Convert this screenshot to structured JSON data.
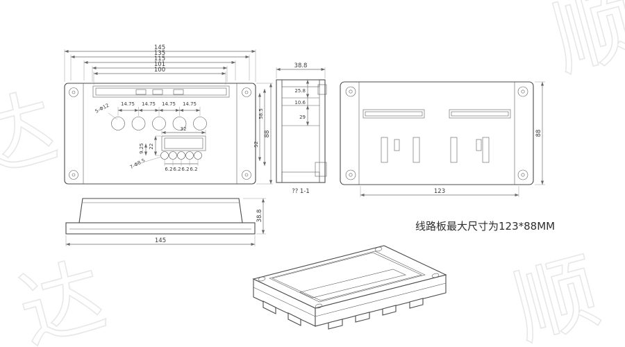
{
  "annotation": {
    "board_note": "线路板最大尺寸为123*88MM"
  },
  "watermark": {
    "chars": [
      "达",
      "顺",
      "达",
      "顺"
    ]
  },
  "front_view": {
    "width_dims": [
      "145",
      "135",
      "115",
      "101",
      "100"
    ],
    "hole_label": "5-Φ12",
    "pitch_dims": [
      "14.75",
      "14.75",
      "14.75",
      "14.75"
    ],
    "slot_width_dim": "32",
    "row_gap_dim": "22",
    "offset_dim": "9.25",
    "small_hole_label": "7-Φ8.5",
    "small_pitch_dims": [
      "6.2",
      "6.2",
      "6.2",
      "6.2"
    ],
    "height_dim": "88",
    "inner_height_dims": [
      "58.5",
      "52"
    ]
  },
  "section_view": {
    "width_dim": "38.8",
    "depth_dims": [
      "25.8",
      "10.6",
      "29"
    ],
    "label": "?? 1-1"
  },
  "rear_view": {
    "width_dim": "123",
    "height_dim": "88"
  },
  "side_view": {
    "width_dim": "145",
    "height_dim": "38.8"
  }
}
